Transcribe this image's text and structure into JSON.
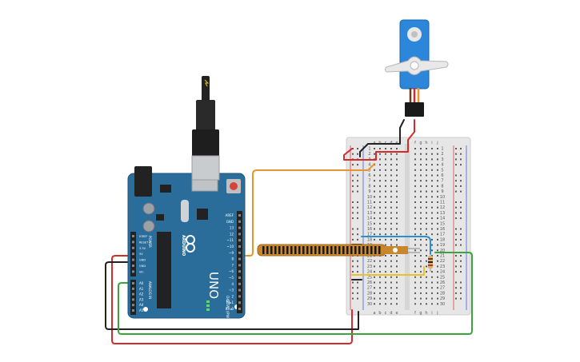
{
  "arduino": {
    "brand": "ARDUINO",
    "model": "UNO",
    "header_digital": [
      "AREF",
      "GND",
      "13",
      "12",
      "~11",
      "~10",
      "~9",
      "8",
      "7",
      "~6",
      "~5",
      "4",
      "~3",
      "2",
      "TX▸1",
      "RX◂0"
    ],
    "digital_label": "DIGITAL (PWM ~)",
    "header_power": [
      "IOREF",
      "RESET",
      "3.3V",
      "5V",
      "GND",
      "GND",
      "Vin"
    ],
    "power_label": "POWER",
    "header_analog": [
      "A0",
      "A1",
      "A2",
      "A3",
      "A4",
      "A5"
    ],
    "analog_label": "ANALOG IN",
    "board_color": "#2a6d9b"
  },
  "breadboard": {
    "columns": [
      "a",
      "b",
      "c",
      "d",
      "e",
      "f",
      "g",
      "h",
      "i",
      "j"
    ],
    "rows": [
      "1",
      "2",
      "3",
      "4",
      "5",
      "6",
      "7",
      "8",
      "9",
      "10",
      "11",
      "12",
      "13",
      "14",
      "15",
      "16",
      "17",
      "18",
      "19",
      "20",
      "21",
      "22",
      "23",
      "24",
      "25",
      "26",
      "27",
      "28",
      "29",
      "30"
    ]
  },
  "components": {
    "servo": "micro-servo",
    "usb": "usb-cable",
    "flex_sensor": "flex-sensor",
    "resistor": "resistor"
  },
  "wires": {
    "orange": "#e8962c",
    "red": "#d62b2b",
    "black": "#222222",
    "green": "#3aa53a",
    "blue": "#2b8fd6",
    "yellow": "#e8c22c"
  }
}
